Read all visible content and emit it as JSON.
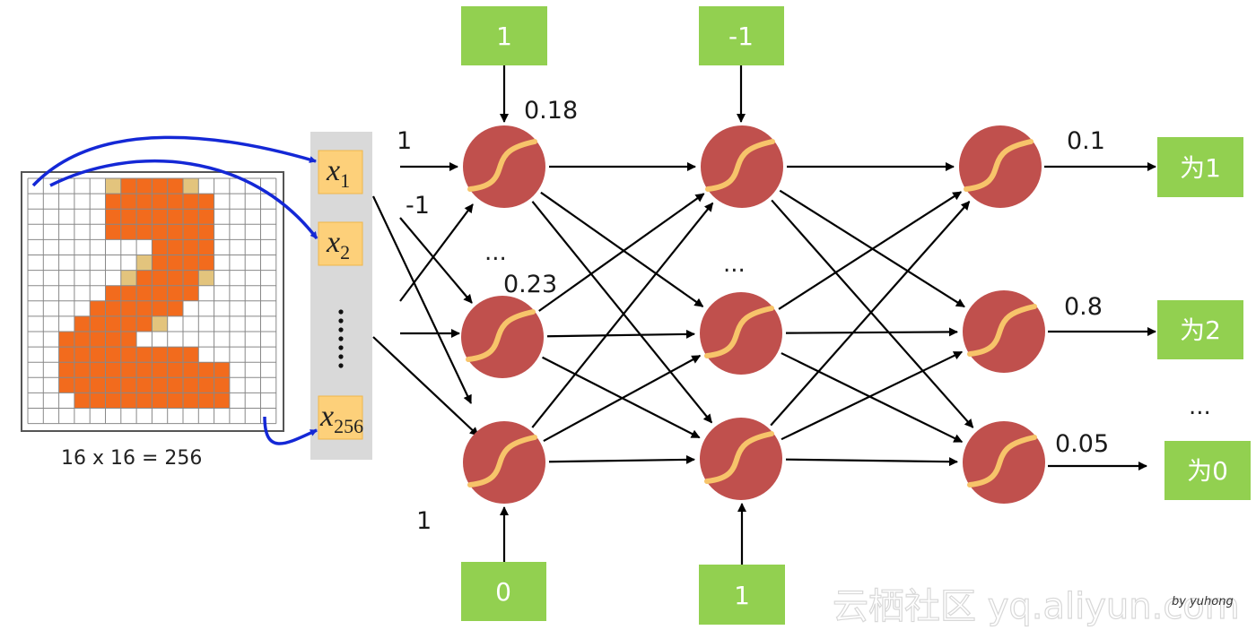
{
  "caption": "16 x 16 = 256",
  "colors": {
    "pixel_on": "#f26b1d",
    "pixel_partial": "#e3c47d",
    "grid_line": "#888888",
    "neuron_fill": "#c0504d",
    "sigmoid_curve": "#f7c46a",
    "green_box": "#92d050",
    "input_box": "#fdd07a",
    "input_panel": "#d9d9d9",
    "blue_arrow": "#1428d6",
    "arrow": "#000000"
  },
  "digit_grid": {
    "size": 16,
    "rows_on": [
      [
        6,
        7,
        8,
        9
      ],
      [
        5,
        6,
        7,
        8,
        9,
        10,
        11
      ],
      [
        5,
        6,
        7,
        8,
        9,
        10,
        11
      ],
      [
        5,
        6,
        7,
        8,
        9,
        10,
        11
      ],
      [
        8,
        9,
        10,
        11
      ],
      [
        8,
        9,
        10,
        11
      ],
      [
        7,
        8,
        9,
        10
      ],
      [
        5,
        6,
        7,
        8,
        9,
        10
      ],
      [
        4,
        5,
        6,
        7,
        8,
        9
      ],
      [
        3,
        4,
        5,
        6,
        7
      ],
      [
        2,
        3,
        4,
        5,
        6
      ],
      [
        2,
        3,
        4,
        5,
        6,
        7,
        8,
        9,
        10
      ],
      [
        2,
        3,
        4,
        5,
        6,
        7,
        8,
        9,
        10,
        11,
        12
      ],
      [
        2,
        3,
        4,
        5,
        6,
        7,
        8,
        9,
        10,
        11,
        12
      ],
      [
        3,
        4,
        5,
        6,
        7,
        8,
        9,
        10,
        11,
        12
      ],
      []
    ],
    "partial_cells": [
      [
        0,
        5
      ],
      [
        0,
        10
      ],
      [
        5,
        7
      ],
      [
        6,
        6
      ],
      [
        6,
        11
      ],
      [
        9,
        8
      ]
    ]
  },
  "inputs": {
    "items": [
      {
        "var": "x",
        "sub": "1"
      },
      {
        "var": "x",
        "sub": "2"
      },
      {
        "var": "x",
        "sub": "256"
      }
    ],
    "ellipsis": "⋮"
  },
  "weights": {
    "w1": "1",
    "w2": "-1",
    "w_bottom": "1"
  },
  "bias_top": [
    "1",
    "-1"
  ],
  "bias_bottom": [
    "0",
    "1"
  ],
  "bias_weights": [
    "0.18",
    "0.23"
  ],
  "layer_ellipsis": "...",
  "outputs": [
    {
      "value": "0.1",
      "label": "为1"
    },
    {
      "value": "0.8",
      "label": "为2"
    },
    {
      "value": "0.05",
      "label": "为0"
    }
  ],
  "output_ellipsis": "...",
  "watermark": {
    "site": "云栖社区 yq.aliyun.com",
    "author": "by yuhong"
  }
}
